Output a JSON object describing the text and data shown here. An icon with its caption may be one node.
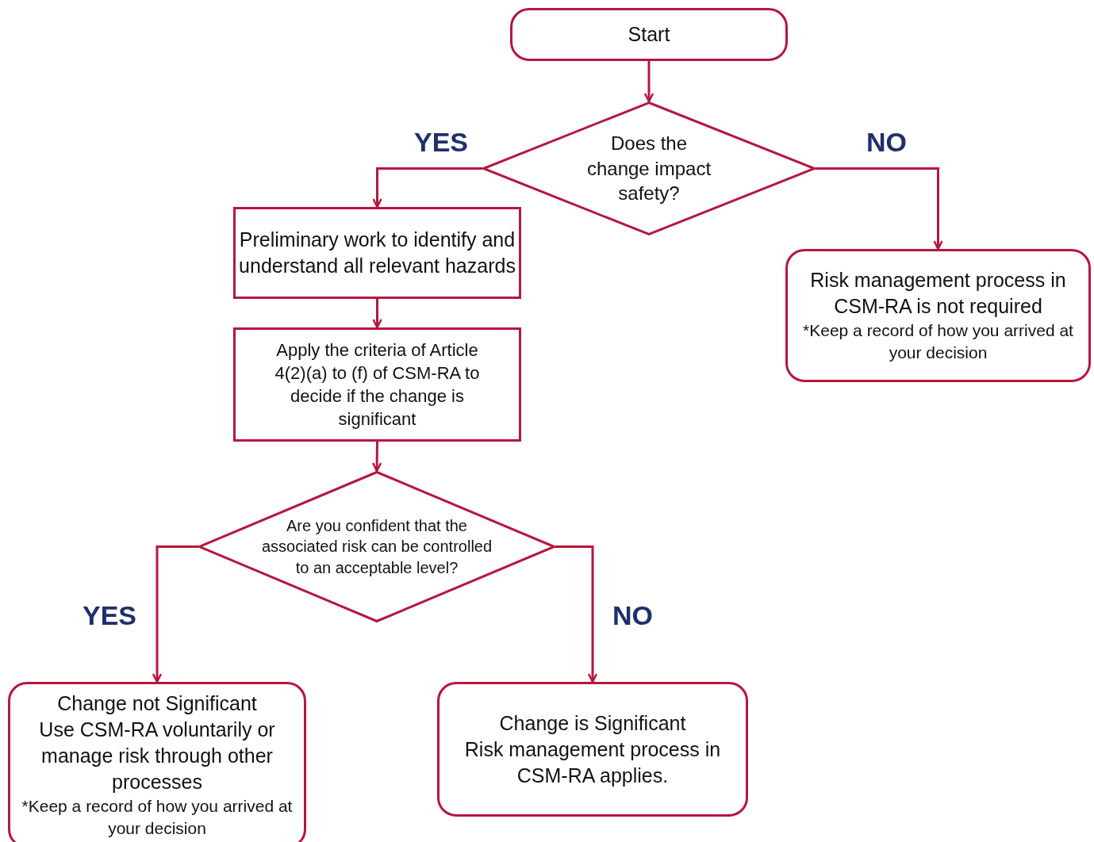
{
  "diagram": {
    "nodes": [
      {
        "text": [
          "Start"
        ]
      },
      {
        "text": [
          "Does the change impact safety?"
        ]
      },
      {
        "text": [
          "Preliminary work to identify and understand all relevant hazards"
        ]
      },
      {
        "text": [
          "Apply the criteria of Article 4(2)(a) to (f) of CSM-RA to decide if the change is significant"
        ]
      },
      {
        "text": [
          "Are you confident that the associated risk can be controlled to an acceptable level?"
        ]
      },
      {
        "text": [
          "Risk management process in CSM-RA is not required",
          "*Keep a record of how you arrived at your decision"
        ]
      },
      {
        "text": [
          "Change not Significant",
          "Use CSM-RA voluntarily or manage risk through other processes",
          "*Keep a record of how you arrived at your decision"
        ]
      },
      {
        "text": [
          "Change is Significant",
          "Risk management process in CSM-RA applies."
        ]
      }
    ],
    "edges": [
      {
        "from": 0,
        "to": 1,
        "arrow": "to"
      },
      {
        "from": 1,
        "to": 2,
        "arrow": "to",
        "label": "YES"
      },
      {
        "from": 1,
        "to": 5,
        "arrow": "to",
        "label": "NO"
      },
      {
        "from": 2,
        "to": 3,
        "arrow": "to"
      },
      {
        "from": 3,
        "to": 4,
        "arrow": "to"
      },
      {
        "from": 4,
        "to": 6,
        "arrow": "to",
        "label": "YES"
      },
      {
        "from": 4,
        "to": 7,
        "arrow": "to",
        "label": "NO"
      }
    ]
  }
}
